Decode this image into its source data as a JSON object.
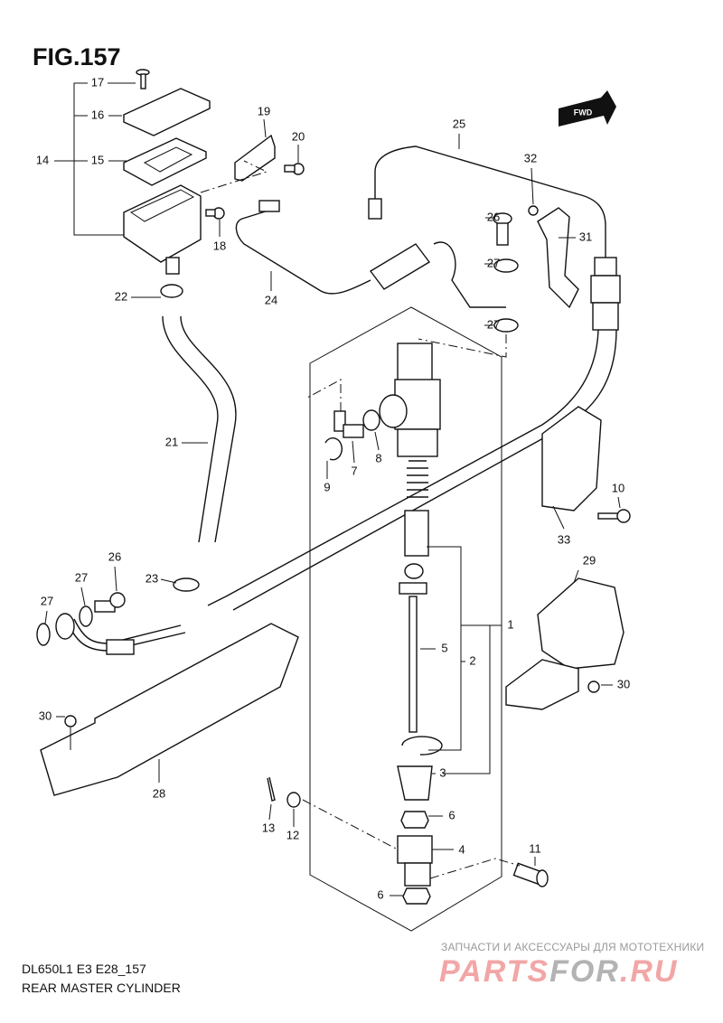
{
  "figure": {
    "title": "FIG.157"
  },
  "footer": {
    "model_code": "DL650L1 E3 E28_157",
    "title": "REAR MASTER CYLINDER"
  },
  "watermark": {
    "tagline": "ЗАПЧАСТИ И АКСЕССУАРЫ ДЛЯ МОТОТЕХНИКИ",
    "logo_a": "PARTS",
    "logo_b": "FOR",
    "logo_c": ".RU"
  },
  "direction_badge": "FWD",
  "callouts": [
    "17",
    "16",
    "14",
    "15",
    "19",
    "20",
    "18",
    "22",
    "24",
    "25",
    "32",
    "26",
    "31",
    "27",
    "27",
    "21",
    "9",
    "7",
    "8",
    "10",
    "33",
    "29",
    "26",
    "27",
    "27",
    "23",
    "1",
    "5",
    "2",
    "30",
    "30",
    "28",
    "3",
    "6",
    "13",
    "12",
    "4",
    "11",
    "6"
  ]
}
